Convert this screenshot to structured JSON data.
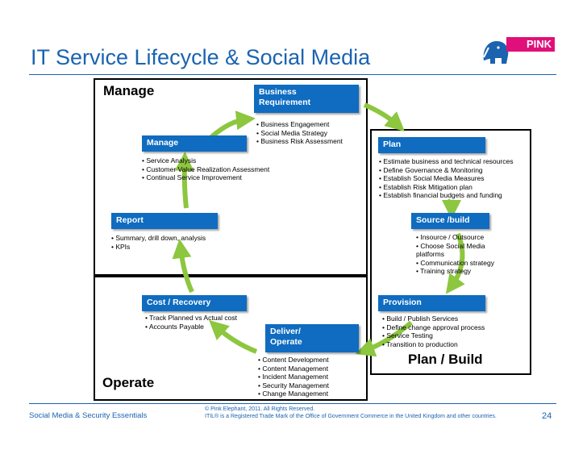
{
  "title": "IT Service Lifecycle & Social Media",
  "logo": {
    "text": "PINK",
    "icon": "elephant-icon"
  },
  "regions": {
    "manage": "Manage",
    "operate": "Operate",
    "plan_build": "Plan / Build"
  },
  "boxes": {
    "business_requirement": {
      "label_line1": "Business",
      "label_line2": "Requirement",
      "bullets": [
        "• Business Engagement",
        "• Social Media Strategy",
        "• Business Risk Assessment"
      ]
    },
    "manage": {
      "label": "Manage",
      "bullets": [
        "• Service Analysis",
        "• Customer Value Realization Assessment",
        "• Continual Service Improvement"
      ]
    },
    "plan": {
      "label": "Plan",
      "bullets": [
        "• Estimate business and technical resources",
        "• Define Governance & Monitoring",
        "• Establish Social Media Measures",
        "• Establish Risk Mitigation plan",
        "• Establish financial budgets and funding"
      ]
    },
    "report": {
      "label": "Report",
      "bullets": [
        "• Summary, drill down, analysis",
        "• KPIs"
      ]
    },
    "source_build": {
      "label": "Source  /build",
      "bullets": [
        "• Insource / Outsource",
        "• Choose Social Media",
        "platforms",
        "• Communication strategy",
        "• Training strategy"
      ]
    },
    "cost_recovery": {
      "label": "Cost / Recovery",
      "bullets": [
        "• Track Planned vs Actual cost",
        "• Accounts Payable"
      ]
    },
    "provision": {
      "label": "Provision",
      "bullets": [
        "• Build / Publish Services",
        "• Define change approval process",
        "• Service Testing",
        "• Transition to production"
      ]
    },
    "deliver_operate": {
      "label_line1": "Deliver/",
      "label_line2": "Operate",
      "bullets": [
        "• Content Development",
        "• Content Management",
        "• Incident Management",
        "• Security Management",
        "• Change Management"
      ]
    }
  },
  "footer": {
    "left": "Social Media & Security Essentials",
    "copyright": "© Pink Elephant, 2011. All Rights Reserved.",
    "trademark": "ITIL® is a Registered Trade Mark of the Office of Government Commerce in the United Kingdom and other countries.",
    "page_number": "24"
  },
  "colors": {
    "box_blue": "#0f6cc0",
    "arrow_green": "#8dc63f",
    "title_blue": "#1b63b0",
    "brand_pink": "#e0107a"
  }
}
